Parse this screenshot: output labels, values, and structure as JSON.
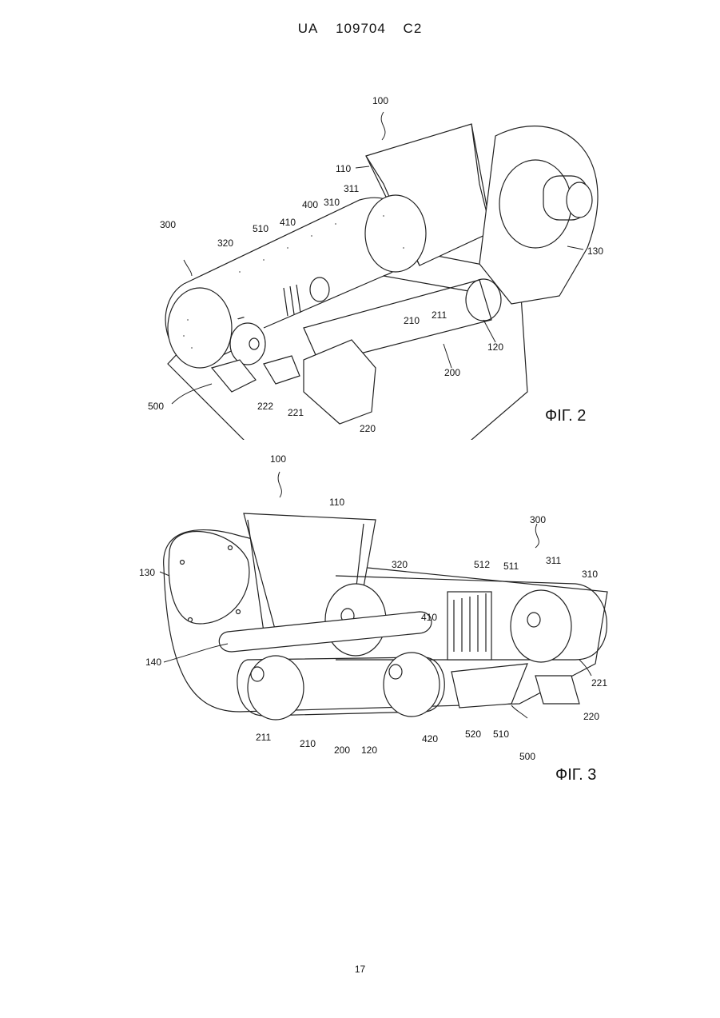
{
  "header": {
    "country": "UA",
    "number": "109704",
    "kind": "C2"
  },
  "figures": [
    {
      "caption": "ФІГ. 2",
      "labels": [
        "100",
        "110",
        "130",
        "310",
        "311",
        "400",
        "410",
        "510",
        "300",
        "320",
        "210",
        "211",
        "120",
        "200",
        "500",
        "222",
        "221",
        "220"
      ]
    },
    {
      "caption": "ФІГ. 3",
      "labels": [
        "100",
        "110",
        "300",
        "130",
        "320",
        "512",
        "511",
        "311",
        "310",
        "410",
        "140",
        "221",
        "220",
        "211",
        "210",
        "200",
        "120",
        "420",
        "520",
        "510",
        "500"
      ]
    }
  ],
  "page_number": "17"
}
